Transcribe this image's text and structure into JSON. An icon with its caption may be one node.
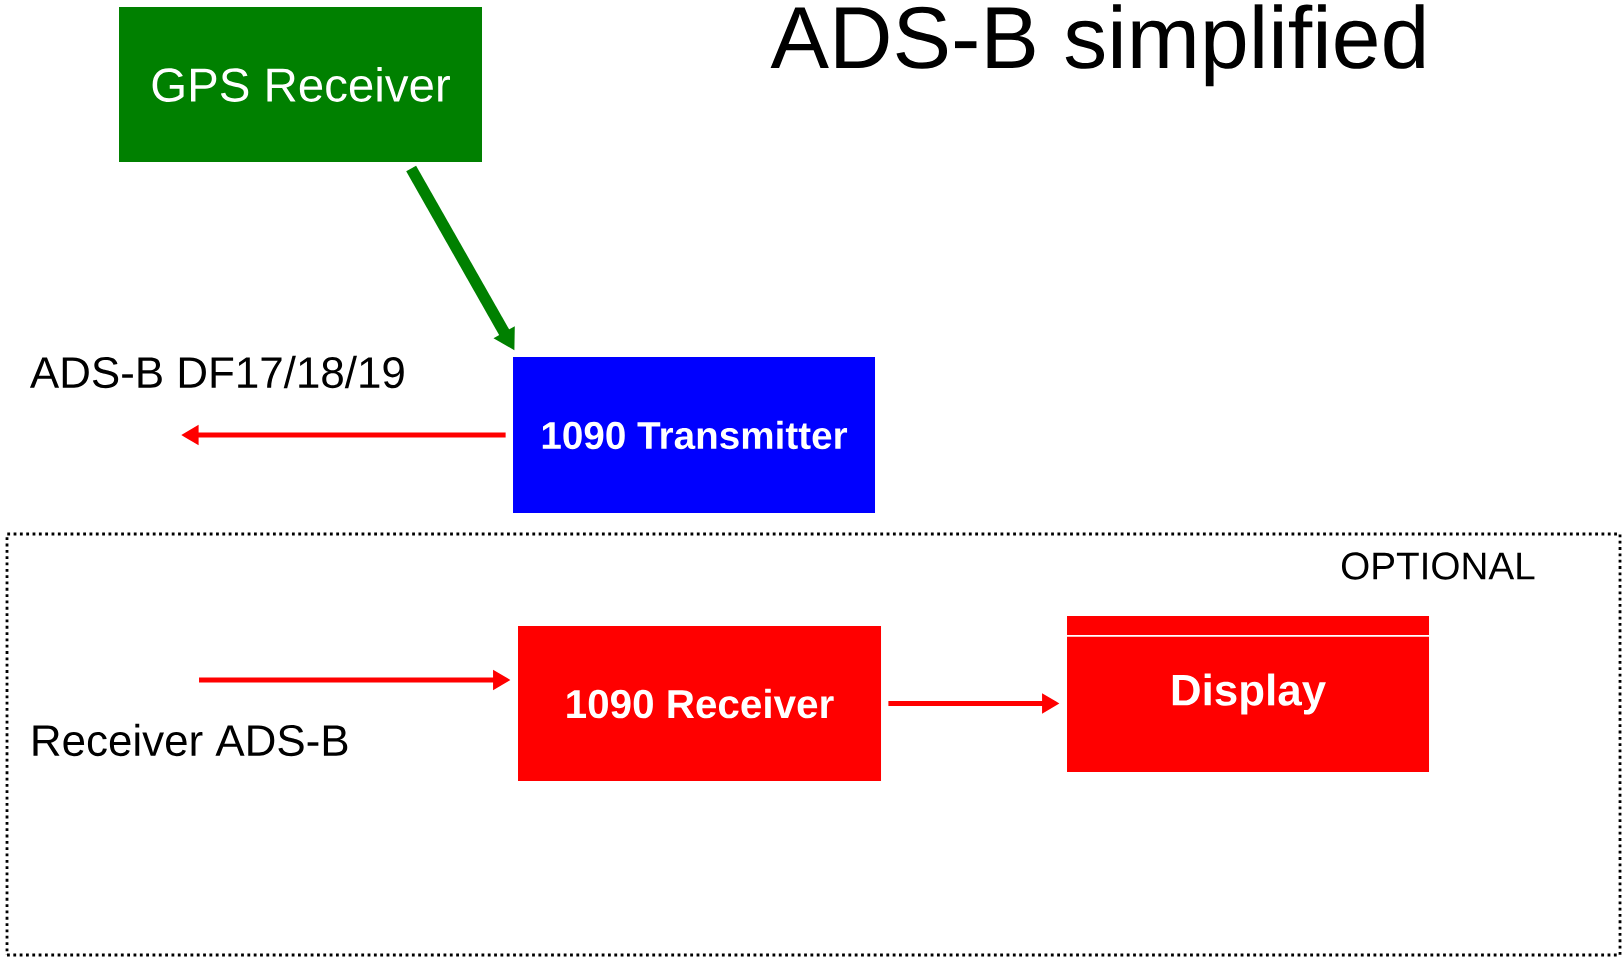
{
  "diagram": {
    "title": "ADS-B simplified",
    "nodes": [
      {
        "text": [
          "GPS Receiver"
        ]
      },
      {
        "text": [
          "1090 Transmitter"
        ]
      },
      {
        "text": [
          "OPTIONAL"
        ]
      },
      {
        "text": [
          "1090 Receiver"
        ],
        "in": 2
      },
      {
        "text": [
          "Display"
        ],
        "in": 2
      }
    ],
    "edges": [
      {
        "from": 0,
        "to": 1,
        "arrow": "to",
        "style": "thick",
        "color": "#008000"
      },
      {
        "from": 1,
        "to": null,
        "arrow": "to",
        "label": "ADS-B  DF17/18/19"
      },
      {
        "from": null,
        "to": 3,
        "arrow": "to",
        "label": "Receiver ADS-B"
      },
      {
        "from": 3,
        "to": 4,
        "arrow": "to"
      }
    ]
  }
}
